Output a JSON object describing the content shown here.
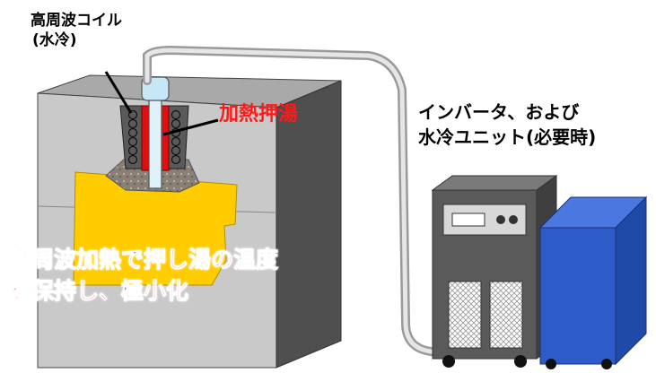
{
  "labels": {
    "coil_title": "高周波コイル",
    "coil_sub": "(水冷)",
    "heating_feed": "加熱押湯",
    "inverter_line1": "インバータ、および",
    "inverter_line2": "水冷ユニット(必要時)",
    "description_line1": "高周波加熱で押し湯の温度",
    "description_line2": "を保持し、極小化"
  },
  "colors": {
    "mold_front": "#c8c8c8",
    "mold_top": "#a8a8a8",
    "mold_side": "#505050",
    "casting": "#ffcc00",
    "feed_metal": "#e01010",
    "cabinet": "#5a5a5a",
    "water_unit": "#2a58c8"
  }
}
